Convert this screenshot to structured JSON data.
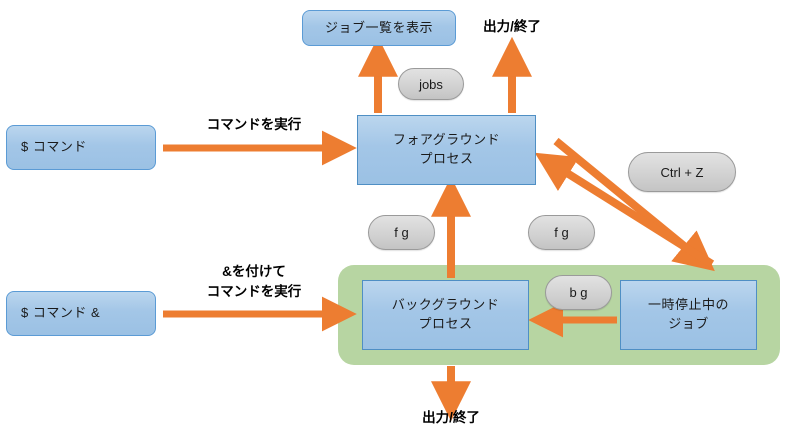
{
  "diagram": {
    "title": "Shell job control diagram",
    "colors": {
      "box_fill": "#A3C6E7",
      "box_border": "#5B9BD5",
      "pill_fill": "#D2D2D2",
      "pill_border": "#9A9A9A",
      "group_fill": "#B7D5A2",
      "arrow": "#ED7D31",
      "text": "#000000"
    },
    "boxes": {
      "command": "$ コマンド",
      "command_bg": "$ コマンド  &",
      "jobs_list": "ジョブ一覧を表示",
      "foreground": "フォアグラウンド\nプロセス",
      "background": "バックグラウンド\nプロセス",
      "suspended": "一時停止中の\nジョブ"
    },
    "pills": {
      "jobs": "jobs",
      "fg_left": "f g",
      "fg_right": "f g",
      "ctrl_z": "Ctrl + Z",
      "bg": "b g"
    },
    "labels": {
      "run_command": "コマンドを実行",
      "run_command_amp": "&を付けて\nコマンドを実行",
      "output_exit_top": "出力/終了",
      "output_exit_bottom": "出力/終了"
    }
  }
}
